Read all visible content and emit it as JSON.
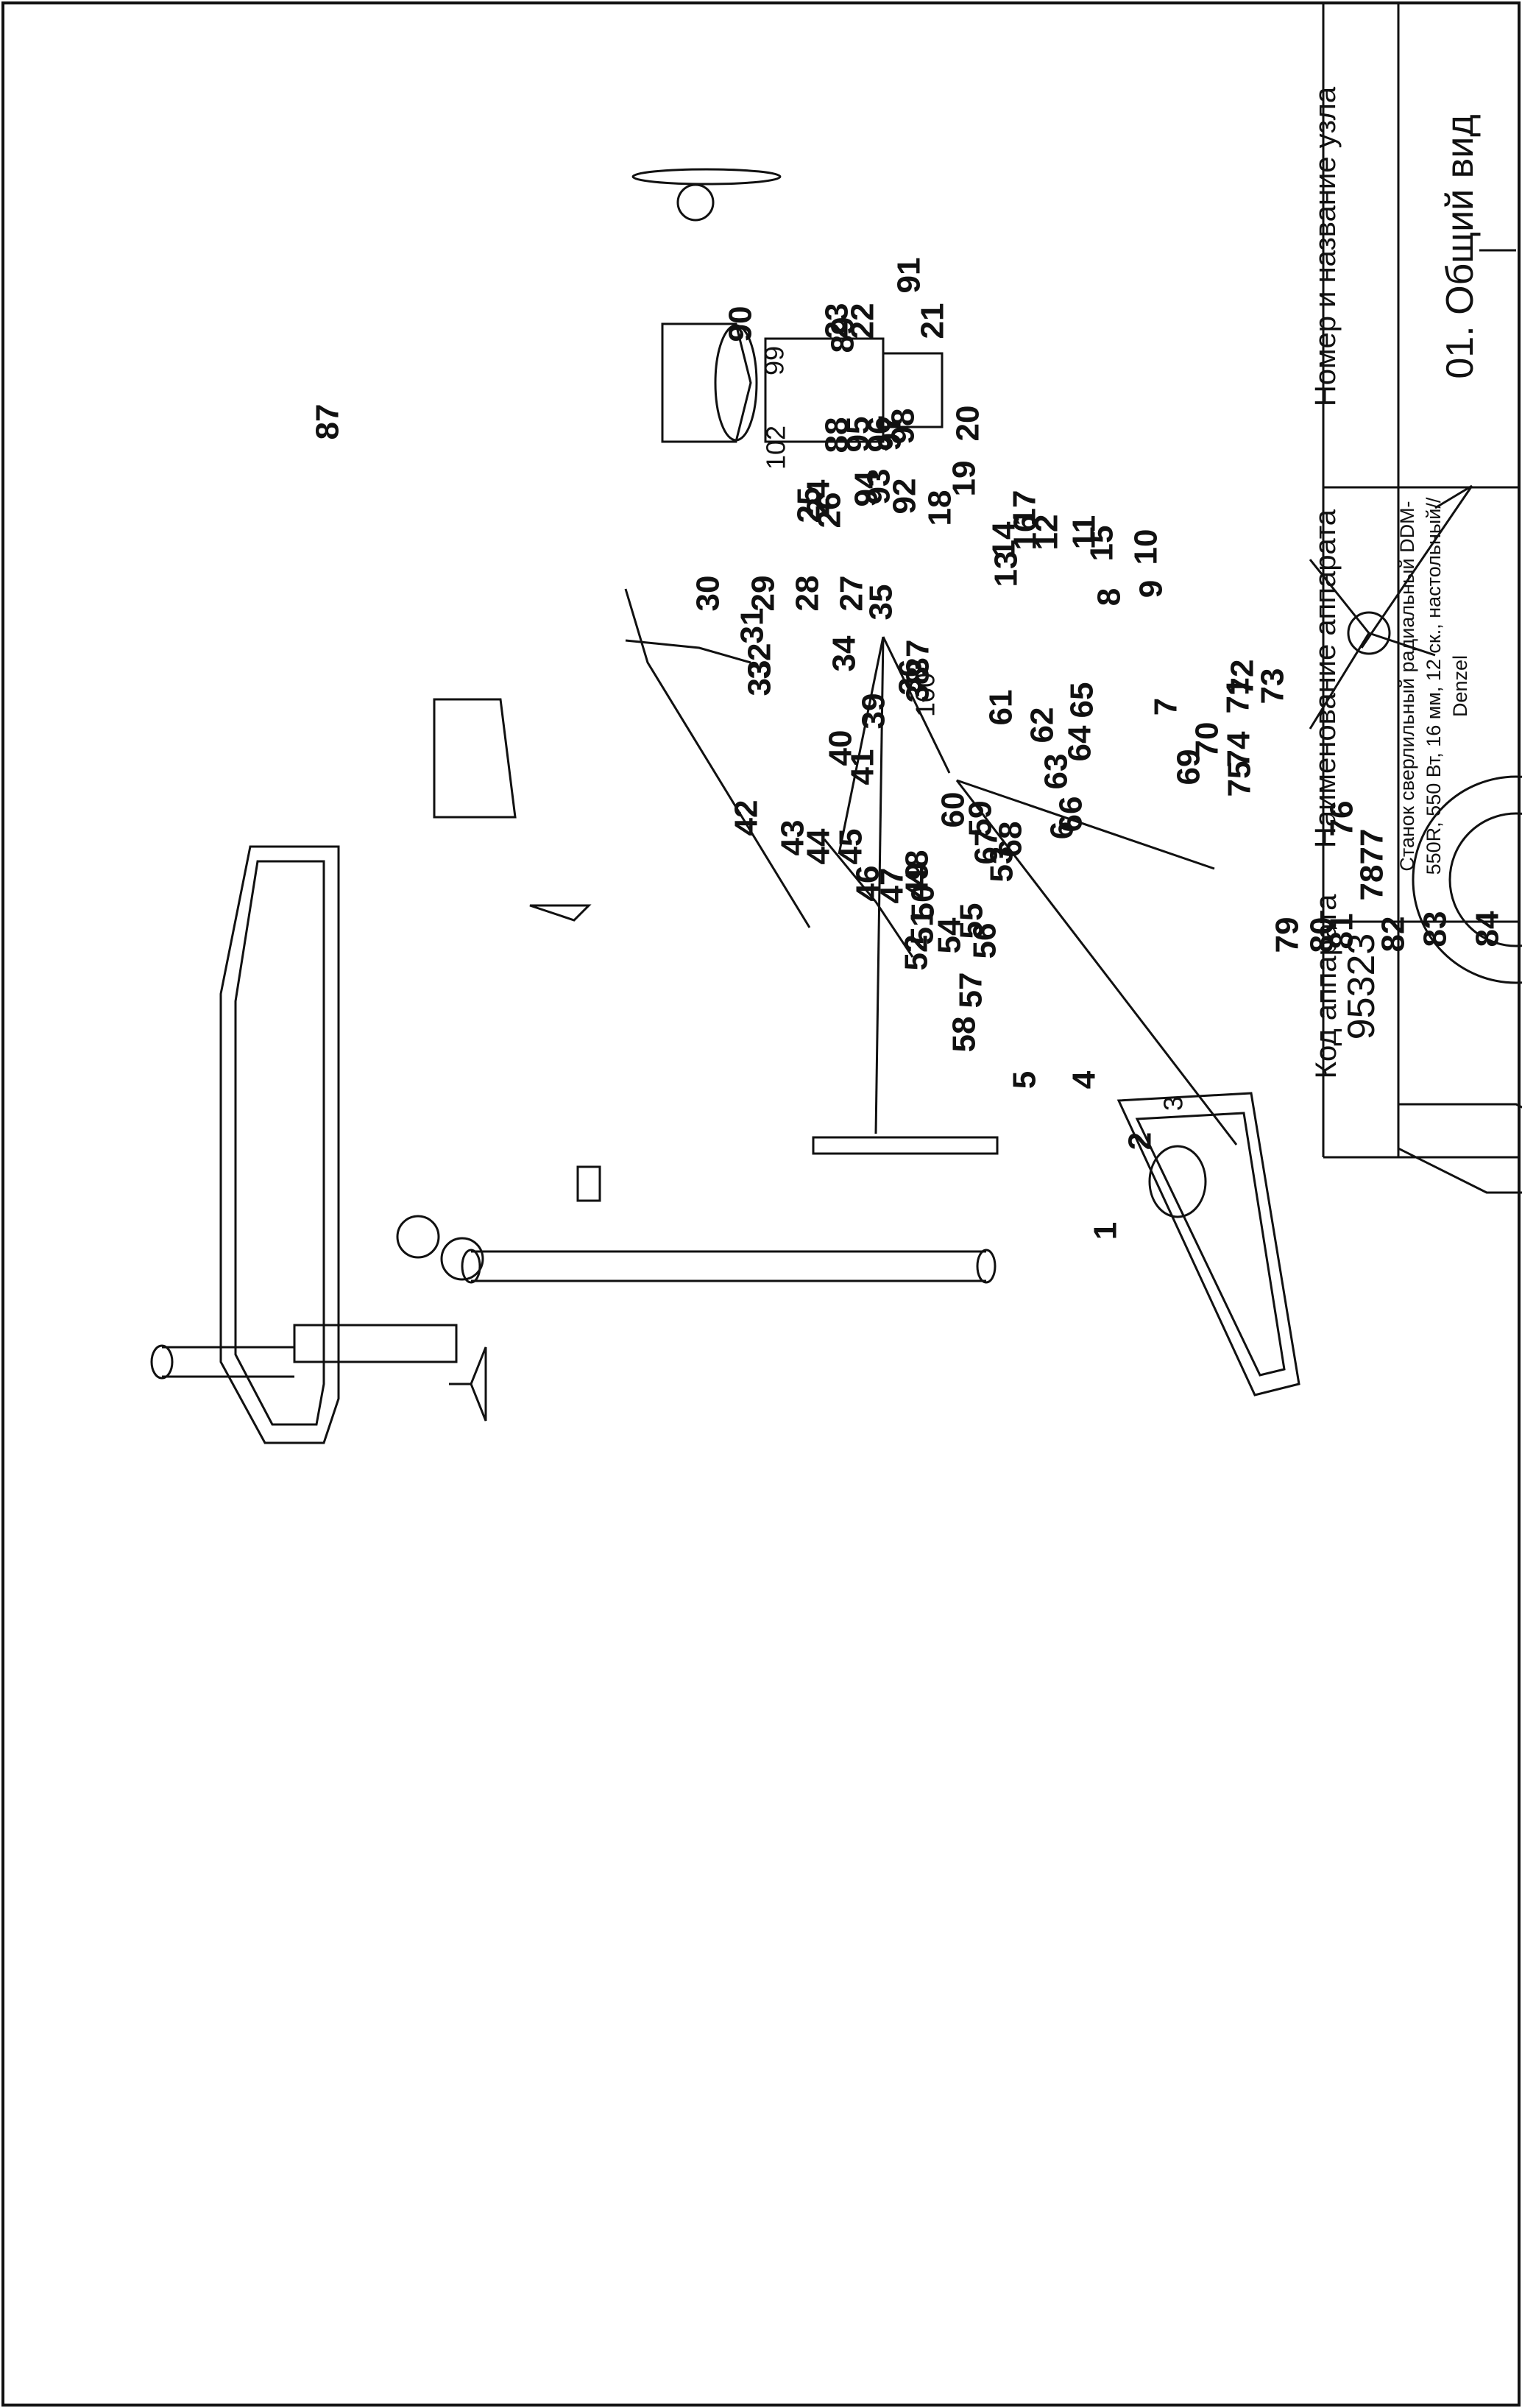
{
  "title_block": {
    "code_header": "Код аппарата",
    "code_value": "95323",
    "name_header": "Наименование аппарата",
    "name_value": "Станок сверлильный радиальный DDM-550R, 550 Вт, 16 мм, 12 ск., настольный// Denzel",
    "unit_header": "Номер и название узла",
    "unit_value": "01. Общий вид"
  },
  "part_labels": [
    "1",
    "2",
    "3",
    "4",
    "5",
    "6",
    "7",
    "8",
    "9",
    "10",
    "11",
    "12",
    "13",
    "14",
    "15",
    "16",
    "17",
    "18",
    "19",
    "20",
    "21",
    "22",
    "23",
    "24",
    "25",
    "26",
    "27",
    "28",
    "29",
    "30",
    "31",
    "32",
    "33",
    "34",
    "35",
    "36",
    "37",
    "38",
    "39",
    "40",
    "41",
    "42",
    "43",
    "44",
    "45",
    "46",
    "47",
    "48",
    "49",
    "50",
    "51",
    "52",
    "53",
    "54",
    "55",
    "56",
    "57",
    "58",
    "59",
    "60",
    "61",
    "62",
    "63",
    "64",
    "65",
    "66",
    "67",
    "68",
    "69",
    "70",
    "71",
    "72",
    "73",
    "74",
    "75",
    "76",
    "77",
    "78",
    "79",
    "80",
    "81",
    "82",
    "83",
    "84",
    "85",
    "86",
    "87",
    "88",
    "89",
    "90",
    "91",
    "92",
    "93",
    "94",
    "95",
    "96",
    "97",
    "98",
    "99",
    "100",
    "102"
  ]
}
